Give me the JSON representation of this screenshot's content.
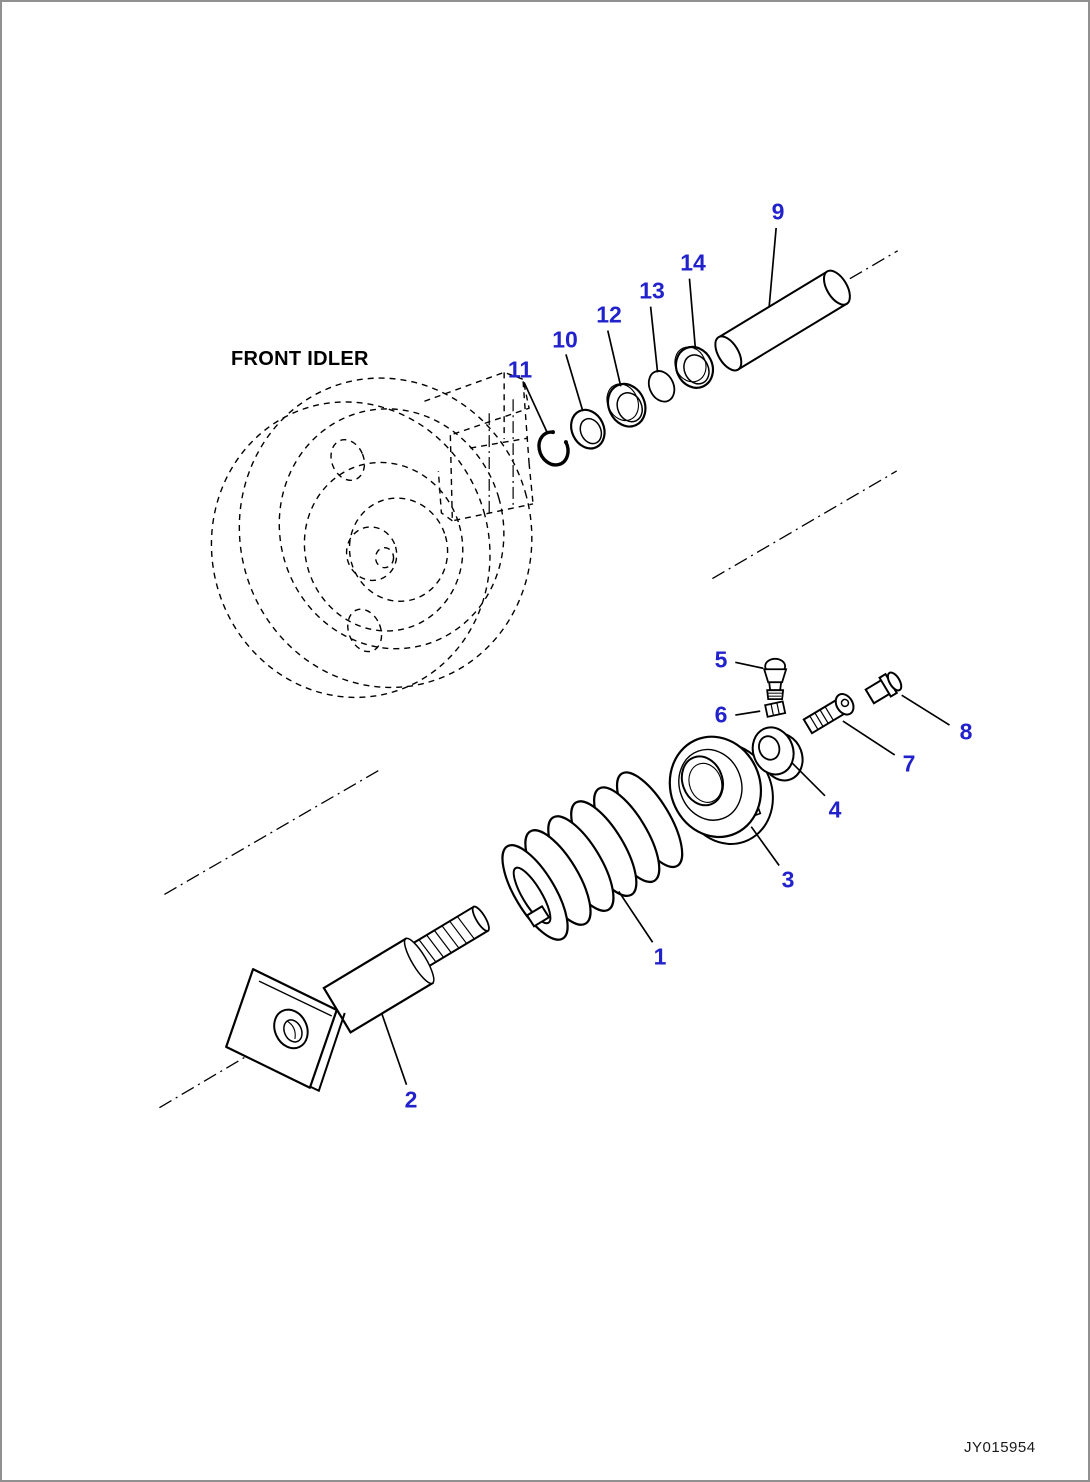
{
  "figure": {
    "label": "FRONT IDLER",
    "drawing_number": "JY015954"
  },
  "colors": {
    "callout_blue": "#2222CC",
    "line_black": "#000000",
    "frame_gray": "#909090",
    "background": "#FFFFFF"
  },
  "callouts": {
    "c1": "1",
    "c2": "2",
    "c3": "3",
    "c4": "4",
    "c5": "5",
    "c6": "6",
    "c7": "7",
    "c8": "8",
    "c9": "9",
    "c10": "10",
    "c11": "11",
    "c12": "12",
    "c13": "13",
    "c14": "14"
  }
}
